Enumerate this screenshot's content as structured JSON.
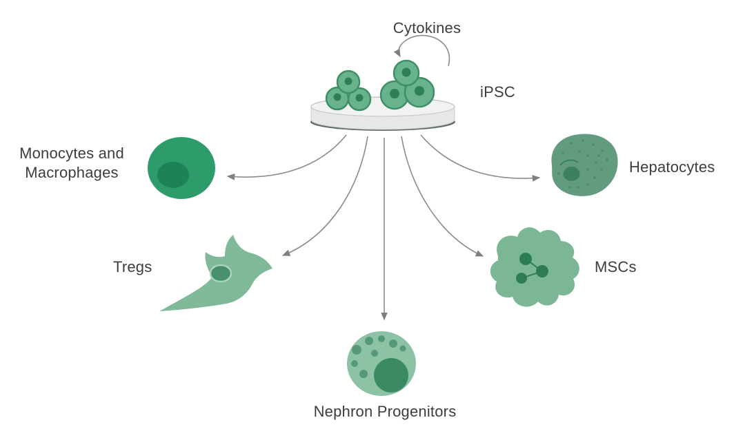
{
  "labels": {
    "cytokines": "Cytokines",
    "ipsc": "iPSC",
    "monocytes": "Monocytes and Macrophages",
    "hepatocytes": "Hepatocytes",
    "tregs": "Tregs",
    "mscs": "MSCs",
    "nephron": "Nephron Progenitors"
  },
  "edges": [
    {
      "from": "Cytokines",
      "to": "iPSC"
    },
    {
      "from": "iPSC",
      "to": "Monocytes and Macrophages"
    },
    {
      "from": "iPSC",
      "to": "Hepatocytes"
    },
    {
      "from": "iPSC",
      "to": "Tregs"
    },
    {
      "from": "iPSC",
      "to": "MSCs"
    },
    {
      "from": "iPSC",
      "to": "Nephron Progenitors"
    }
  ],
  "colors": {
    "cell_green": "#69b28e",
    "cell_green_outline": "#3e8e66",
    "cell_green_dark": "#2e7e56",
    "macrophage_green": "#2e9b6b",
    "macrophage_nucleus": "#1d8257",
    "blob_green": "#7cb795",
    "hepatocyte_green": "#629b7d",
    "nephron_green": "#8ec2a5",
    "nucleus_green": "#3c8a63",
    "arrow_gray": "#8a8a8a",
    "dish_gray": "#e6e8e7",
    "dish_base_gray": "#5d6a65",
    "text": "#3d3d3d"
  }
}
